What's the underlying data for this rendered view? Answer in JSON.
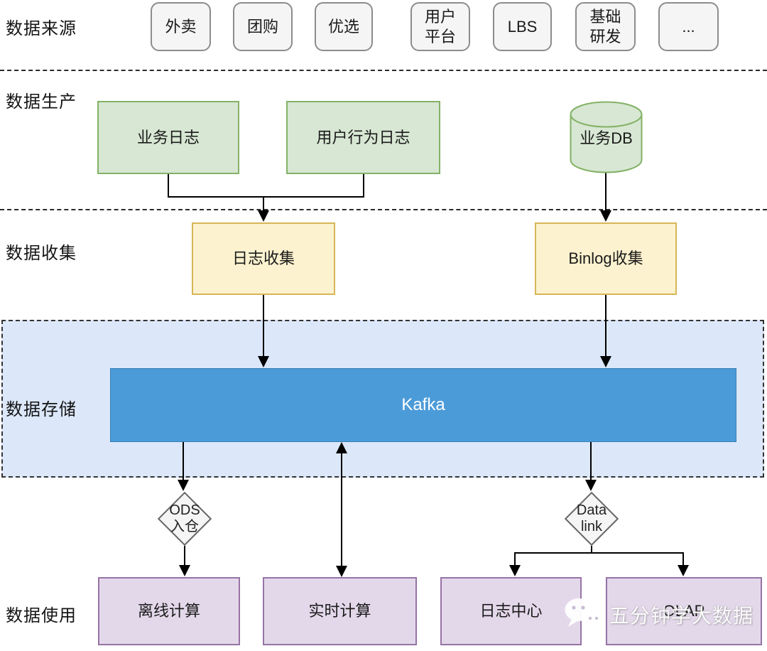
{
  "diagram": {
    "rows": {
      "sources": {
        "label": "数据来源",
        "items": [
          {
            "label": "外卖"
          },
          {
            "label": "团购"
          },
          {
            "label": "优选"
          },
          {
            "label": "用户\n平台"
          },
          {
            "label": "LBS"
          },
          {
            "label": "基础\n研发"
          },
          {
            "label": "..."
          }
        ]
      },
      "production": {
        "label": "数据生产",
        "business_log": "业务日志",
        "user_behavior_log": "用户行为日志",
        "business_db": "业务DB"
      },
      "collection": {
        "label": "数据收集",
        "log_collect": "日志收集",
        "binlog_collect": "Binlog收集"
      },
      "storage": {
        "label": "数据存储",
        "kafka": "Kafka"
      },
      "usage": {
        "label": "数据使用",
        "offline": "离线计算",
        "realtime": "实时计算",
        "log_center": "日志中心",
        "olap": "OLAP"
      }
    },
    "gateways": {
      "ods": "ODS\n入仓",
      "data_link": "Data\nlink"
    }
  },
  "watermark": {
    "icon": "wechat-icon",
    "text": "五分钟学大数据"
  },
  "colors": {
    "source_fill": "#f5f5f5",
    "source_border": "#8c8c8c",
    "green_fill": "#d7e7d3",
    "green_border": "#84b266",
    "yellow_fill": "#fcf2cf",
    "yellow_border": "#d6b656",
    "storage_band_fill": "#dce8fa",
    "kafka_fill": "#4c9bd9",
    "purple_fill": "#e3d8ea",
    "purple_border": "#9673a6",
    "diamond_fill": "#f5f5f5",
    "connector": "#000000"
  }
}
